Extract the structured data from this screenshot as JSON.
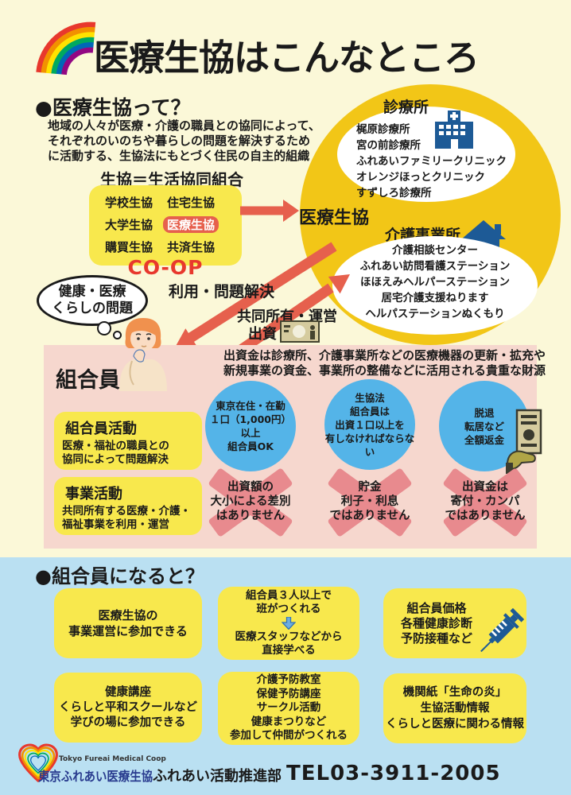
{
  "page_title": "医療生協はこんなところ",
  "intro": {
    "heading": "●医療生協って？",
    "body": [
      "地域の人々が医療・介護の職員との協同によって、",
      "それぞれのいのちや暮らしの問題を解決するため",
      "に活動する、生協法にもとづく住民の自主的組織"
    ]
  },
  "coop": {
    "title": "生協＝生活協同組合",
    "items": [
      "学校生協",
      "住宅生協",
      "大学生協",
      "医療生協",
      "購買生協",
      "共済生協"
    ],
    "brand": "CO-OP"
  },
  "medical_coop_label": "医療生協",
  "clinics": {
    "heading": "診療所",
    "items": [
      "梶原診療所",
      "宮の前診療所",
      "ふれあいファミリークリニック",
      "オレンジほっとクリニック",
      "すずしろ診療所"
    ]
  },
  "care": {
    "heading": "介護事業所",
    "items": [
      "介護相談センター",
      "ふれあい訪問看護ステーション",
      "ほほえみヘルパーステーション",
      "居宅介護支援ねります",
      "ヘルパステーションぬくもり"
    ]
  },
  "flow": {
    "thought": [
      "健康・医療",
      "くらしの問題"
    ],
    "use": "利用・問題解決",
    "ownership": "共同所有・運営",
    "invest": "出資"
  },
  "members": {
    "title": "組合員",
    "description": [
      "出資金は診療所、介護事業所などの医療機器の更新・拡充や",
      "新規事業の資金、事業所の整備などに活用される貴重な財源"
    ],
    "activities": [
      {
        "title": "組合員活動",
        "body": [
          "医療・福祉の職員との",
          "協同によって問題解決"
        ]
      },
      {
        "title": "事業活動",
        "body": [
          "共同所有する医療・介護・",
          "福祉事業を利用・運営"
        ]
      }
    ],
    "conditions": [
      {
        "body": [
          "東京在住・在勤",
          "１口（1,000円）以上",
          "組合員OK"
        ]
      },
      {
        "body": [
          "生協法",
          "組合員は",
          "出資１口以上を",
          "有しなければならない"
        ]
      },
      {
        "body": [
          "脱退",
          "転居など",
          "全額返金"
        ]
      }
    ],
    "negations": [
      [
        "出資額の",
        "大小による差別",
        "はありません"
      ],
      [
        "貯金",
        "利子・利息",
        "ではありません"
      ],
      [
        "出資金は",
        "寄付・カンパ",
        "ではありません"
      ]
    ]
  },
  "benefits": {
    "heading": "●組合員になると？",
    "box1": [
      "医療生協の",
      "事業運営に参加できる"
    ],
    "box2_top": [
      "組合員３人以上で",
      "班がつくれる"
    ],
    "box2_bottom": [
      "医療スタッフなどから",
      "直接学べる"
    ],
    "box3": [
      "組合員価格",
      "各種健康診断",
      "予防接種など"
    ],
    "box4": [
      "健康講座",
      "くらしと平和スクールなど",
      "学びの場に参加できる"
    ],
    "box5": [
      "介護予防教室",
      "保健予防講座",
      "サークル活動",
      "健康まつりなど",
      "参加して仲間がつくれる"
    ],
    "box6": [
      "機関紙「生命の炎」",
      "生協活動情報",
      "くらしと医療に関わる情報"
    ]
  },
  "footer": {
    "logo_caption": "Tokyo Fureai Medical Coop",
    "org_name": "東京ふれあい医療生協",
    "department": "ふれあい活動推進部",
    "tel": "TEL03-3911-2005"
  },
  "colors": {
    "background_cream": "#FBF8D8",
    "background_blue": "#BAE0F2",
    "panel_pink": "#F6D7CE",
    "box_yellow": "#F8E84D",
    "circle_gold": "#F2C617",
    "circle_blue": "#54B4E8",
    "arrow_salmon": "#E6604D",
    "accent_red": "#E8382D",
    "cross_pink": "#E88A8E",
    "icon_blue": "#1D5A96"
  }
}
